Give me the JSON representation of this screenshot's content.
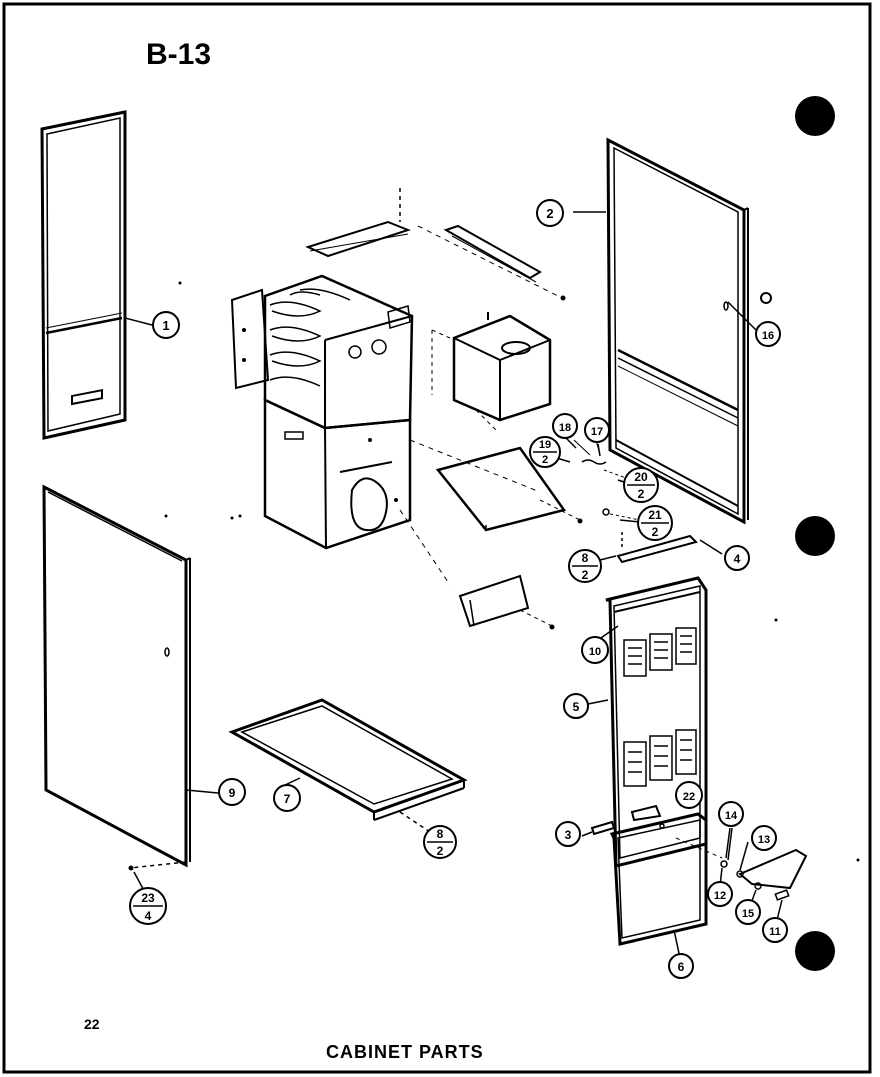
{
  "diagram": {
    "title": "B-13",
    "page_number": "22",
    "caption": "CABINET PARTS"
  },
  "callouts": [
    {
      "id": "c1",
      "label": "1"
    },
    {
      "id": "c2",
      "label": "2"
    },
    {
      "id": "c16",
      "label": "16"
    },
    {
      "id": "c18",
      "label": "18"
    },
    {
      "id": "c17",
      "label": "17"
    },
    {
      "id": "c19",
      "top": "19",
      "bottom": "2"
    },
    {
      "id": "c20",
      "top": "20",
      "bottom": "2"
    },
    {
      "id": "c21",
      "top": "21",
      "bottom": "2"
    },
    {
      "id": "c8a",
      "top": "8",
      "bottom": "2"
    },
    {
      "id": "c4",
      "label": "4"
    },
    {
      "id": "c10",
      "label": "10"
    },
    {
      "id": "c5",
      "label": "5"
    },
    {
      "id": "c9",
      "label": "9"
    },
    {
      "id": "c7",
      "label": "7"
    },
    {
      "id": "c8b",
      "top": "8",
      "bottom": "2"
    },
    {
      "id": "c23",
      "top": "23",
      "bottom": "4"
    },
    {
      "id": "c22",
      "label": "22"
    },
    {
      "id": "c3",
      "label": "3"
    },
    {
      "id": "c14",
      "label": "14"
    },
    {
      "id": "c13",
      "label": "13"
    },
    {
      "id": "c12",
      "label": "12"
    },
    {
      "id": "c15",
      "label": "15"
    },
    {
      "id": "c11",
      "label": "11"
    },
    {
      "id": "c6",
      "label": "6"
    }
  ]
}
